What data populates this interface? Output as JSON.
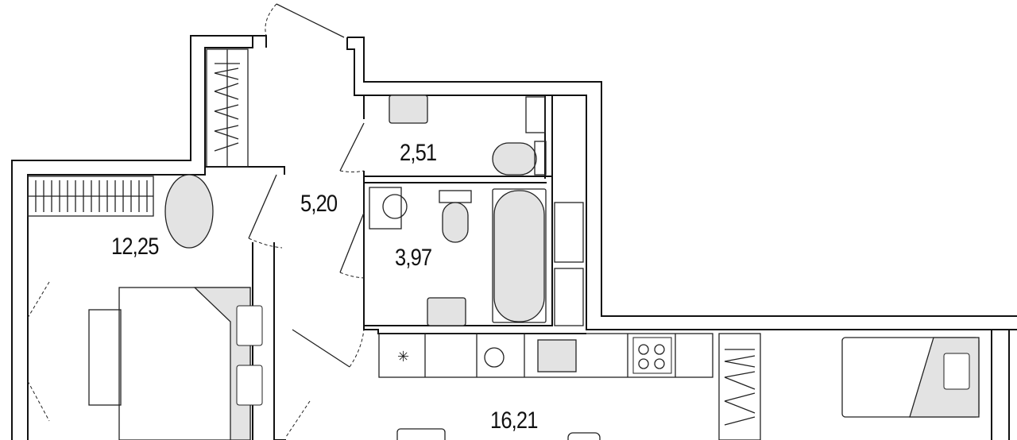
{
  "rooms": [
    {
      "name": "bathroom-small",
      "area": "2,51"
    },
    {
      "name": "hallway",
      "area": "5,20"
    },
    {
      "name": "bedroom",
      "area": "12,25"
    },
    {
      "name": "bathroom",
      "area": "3,97"
    },
    {
      "name": "kitchen-living",
      "area": "16,21"
    }
  ],
  "colors": {
    "wall": "#111111",
    "fixture_fill": "#e3e3e3"
  }
}
